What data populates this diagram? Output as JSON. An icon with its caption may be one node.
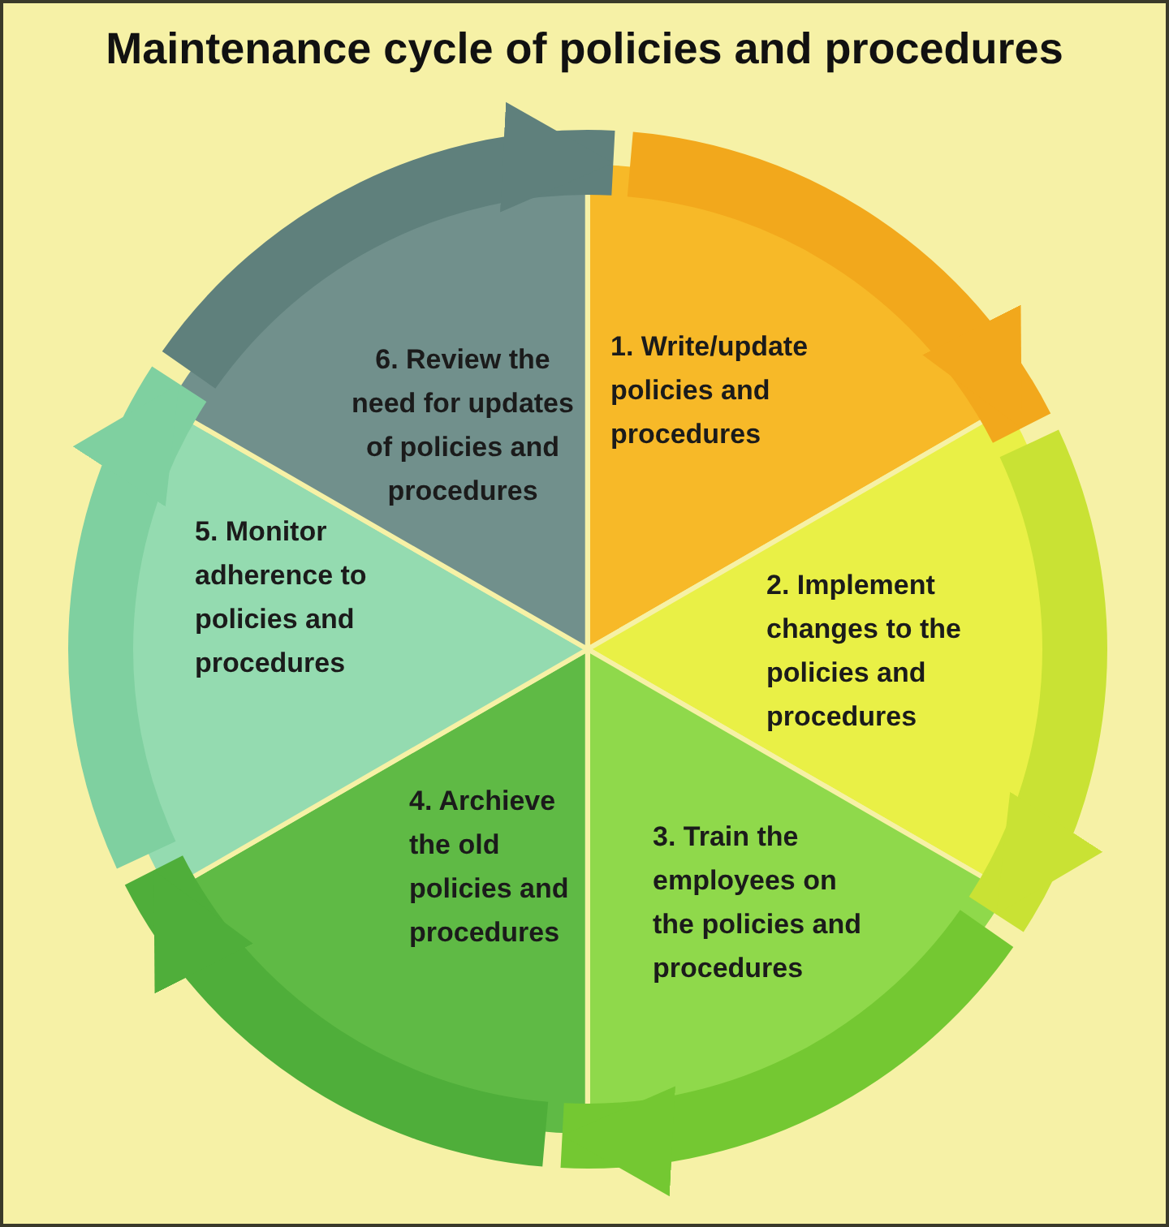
{
  "diagram": {
    "title": "Maintenance cycle of policies and procedures",
    "nodes": [
      {
        "text": [
          "1. Write/update policies and procedures"
        ]
      },
      {
        "text": [
          "2. Implement changes to the policies and procedures"
        ]
      },
      {
        "text": [
          "3. Train the employees on the policies and procedures"
        ]
      },
      {
        "text": [
          "4. Archieve the old policies and procedures"
        ]
      },
      {
        "text": [
          "5. Monitor adherence to policies and procedures"
        ]
      },
      {
        "text": [
          "6. Review the need for updates of policies and procedures"
        ]
      }
    ],
    "edges": [
      {
        "from": 0,
        "to": 1,
        "arrow": "to",
        "color": "#f2a81c"
      },
      {
        "from": 1,
        "to": 2,
        "arrow": "to",
        "color": "#c9e234"
      },
      {
        "from": 2,
        "to": 3,
        "arrow": "to",
        "color": "#74c832"
      },
      {
        "from": 3,
        "to": 4,
        "arrow": "to",
        "color": "#4fae3a"
      },
      {
        "from": 4,
        "to": 5,
        "arrow": "to",
        "color": "#7fd0a0"
      },
      {
        "from": 5,
        "to": 0,
        "arrow": "to",
        "color": "#5f807c"
      }
    ]
  }
}
